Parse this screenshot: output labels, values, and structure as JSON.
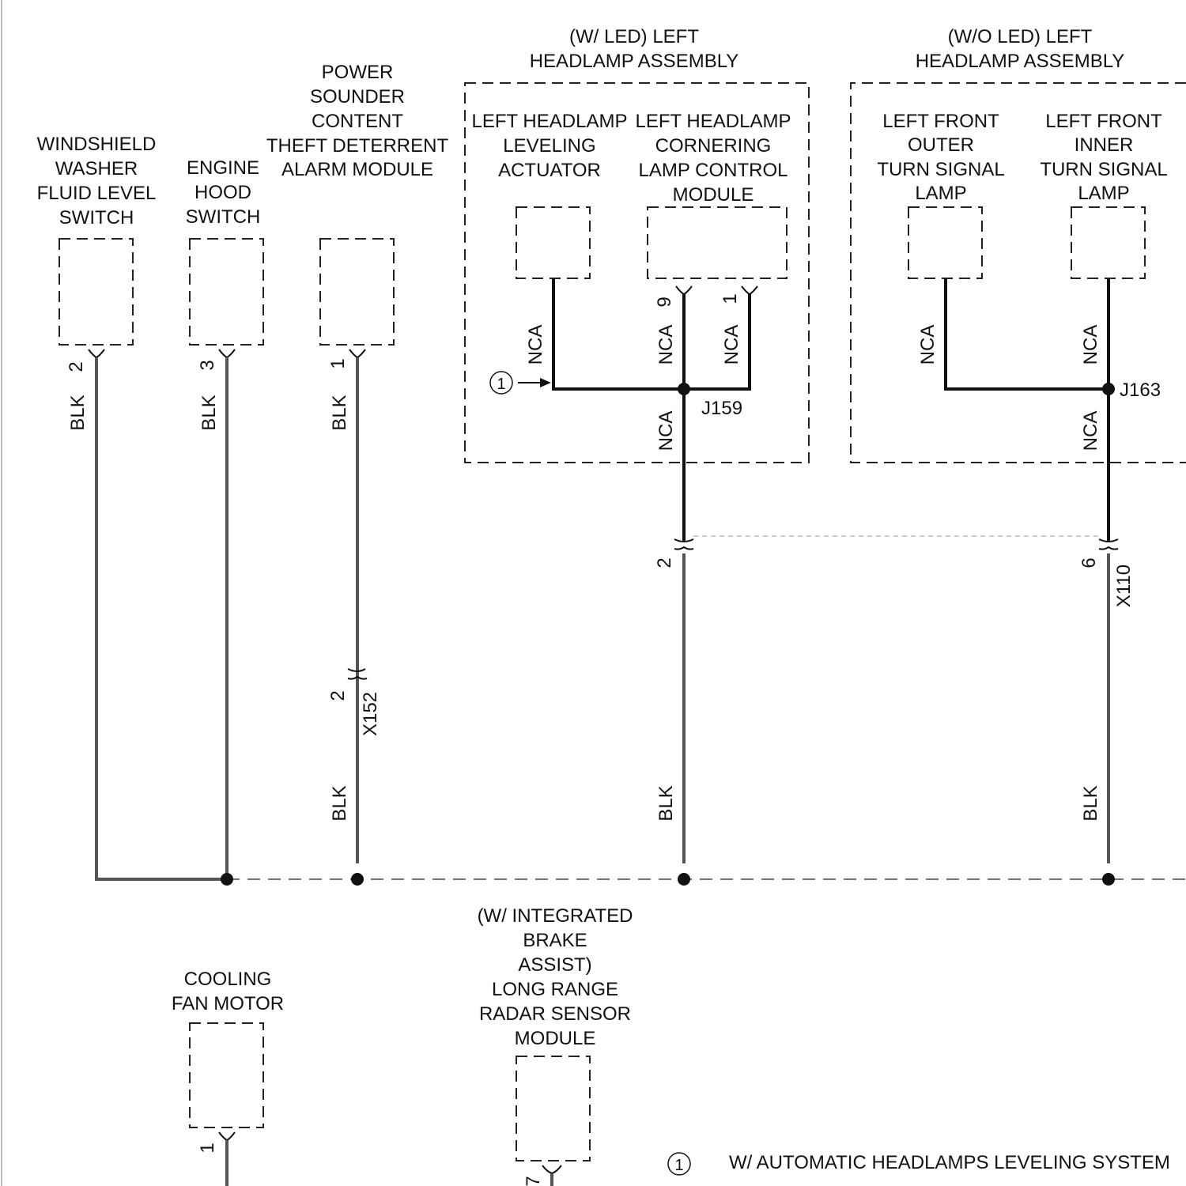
{
  "components": {
    "washer_switch": [
      "WINDSHIELD",
      "WASHER",
      "FLUID LEVEL",
      "SWITCH"
    ],
    "hood_switch": [
      "ENGINE",
      "HOOD",
      "SWITCH"
    ],
    "alarm_module": [
      "POWER",
      "SOUNDER",
      "CONTENT",
      "THEFT DETERRENT",
      "ALARM MODULE"
    ],
    "led_assembly": [
      "(W/ LED) LEFT",
      "HEADLAMP ASSEMBLY"
    ],
    "wo_led_assembly": [
      "(W/O LED) LEFT",
      "HEADLAMP ASSEMBLY"
    ],
    "leveling_actuator": [
      "LEFT HEADLAMP",
      "LEVELING",
      "ACTUATOR"
    ],
    "cornering_module": [
      "LEFT HEADLAMP",
      "CORNERING",
      "LAMP CONTROL",
      "MODULE"
    ],
    "outer_turn_lamp": [
      "LEFT FRONT",
      "OUTER",
      "TURN SIGNAL",
      "LAMP"
    ],
    "inner_turn_lamp": [
      "LEFT FRONT",
      "INNER",
      "TURN SIGNAL",
      "LAMP"
    ],
    "cooling_fan": [
      "COOLING",
      "FAN MOTOR"
    ],
    "radar_module": [
      "(W/ INTEGRATED",
      "BRAKE",
      "ASSIST)",
      "LONG RANGE",
      "RADAR SENSOR",
      "MODULE"
    ]
  },
  "wire_colors": {
    "blk": "BLK",
    "nca": "NCA"
  },
  "pins": {
    "washer": "2",
    "hood": "3",
    "alarm": "1",
    "cornering_a": "9",
    "cornering_b": "1",
    "x152": "2",
    "inline_led": "2",
    "x110": "6",
    "fan": "1",
    "radar": "7"
  },
  "connectors": {
    "x152": "X152",
    "x110": "X110"
  },
  "splices": {
    "j159": "J159",
    "j163": "J163"
  },
  "notes": {
    "ref_number": "1",
    "note1": "W/ AUTOMATIC HEADLAMPS LEVELING SYSTEM"
  },
  "colors": {
    "wire": "#555555",
    "text": "#111111",
    "background": "#ffffff"
  }
}
